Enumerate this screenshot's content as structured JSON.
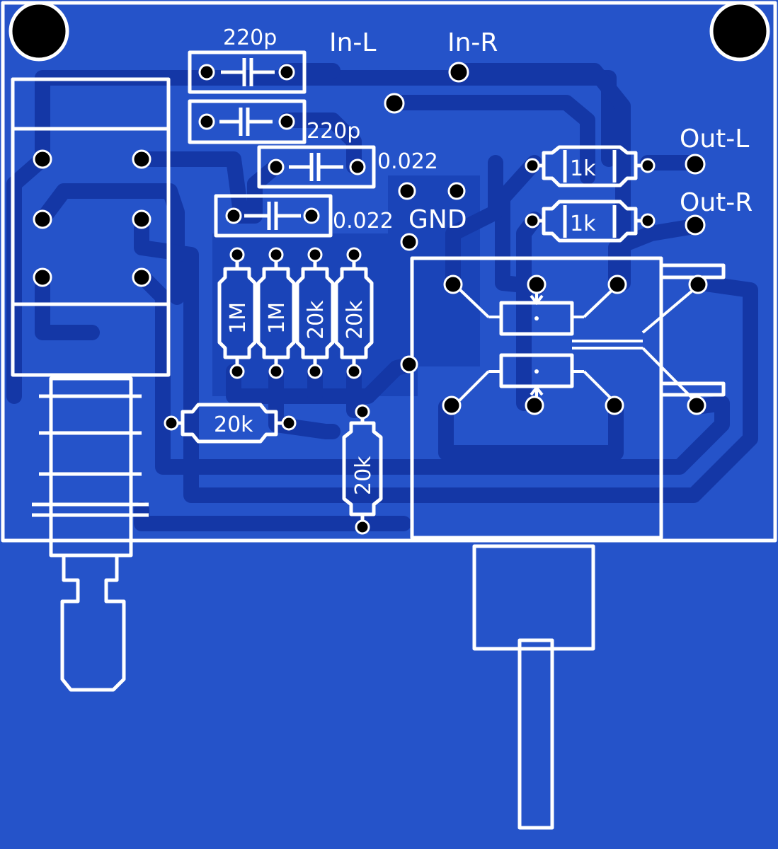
{
  "colors": {
    "board": "#2553c9",
    "copper": "#1437a6",
    "copper_fill": "#1a44b8",
    "silkscreen": "#ffffff",
    "pad": "#000000"
  },
  "labels": {
    "cap_c1": "220p",
    "cap_c2": "220p",
    "cap_c3": "0.022",
    "cap_c4": "0.022",
    "in_l": "In-L",
    "in_r": "In-R",
    "out_l": "Out-L",
    "out_r": "Out-R",
    "gnd": "GND",
    "res_out_l": "1k",
    "res_out_r": "1k",
    "res_r1": "1M",
    "res_r2": "1M",
    "res_r3": "20k",
    "res_r4": "20k",
    "res_r5": "20k",
    "res_r6": "20k"
  }
}
